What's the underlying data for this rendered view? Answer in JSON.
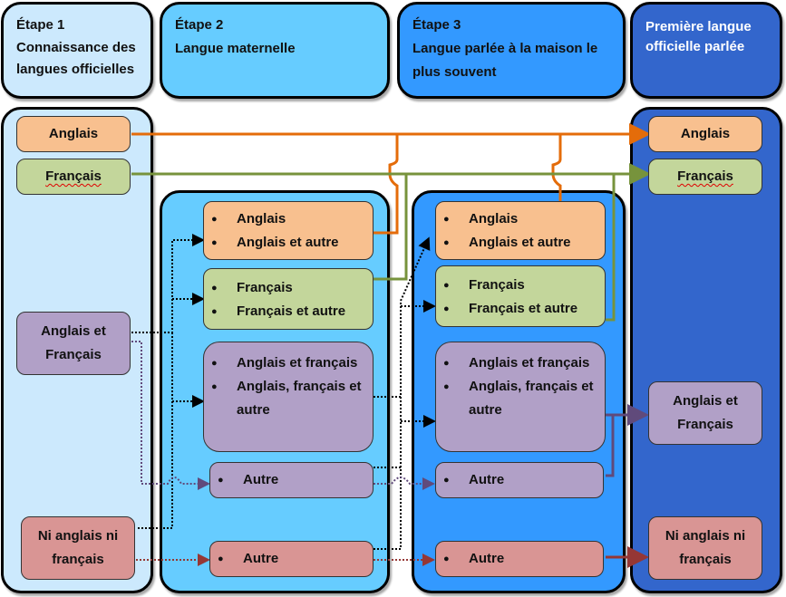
{
  "headers": [
    {
      "step": "Étape 1",
      "title": "Connaissance des langues officielles",
      "bg": "#cce9fd"
    },
    {
      "step": "Étape 2",
      "title": "Langue maternelle",
      "bg": "#66ccff"
    },
    {
      "step": "Étape 3",
      "title": "Langue parlée à la maison le plus souvent",
      "bg": "#3399ff"
    },
    {
      "step": "",
      "title": "Première langue officielle parlée",
      "bg": "#3366cc"
    }
  ],
  "col1": {
    "anglais": "Anglais",
    "francais": "Français",
    "anglais_francais": "Anglais et Français",
    "ni": "Ni anglais ni français"
  },
  "col2": {
    "anglais": [
      "Anglais",
      "Anglais et autre"
    ],
    "francais": [
      "Français",
      "Français et autre"
    ],
    "af": [
      "Anglais et français",
      "Anglais, français et autre"
    ],
    "autre1": "Autre",
    "autre2": "Autre"
  },
  "col3": {
    "anglais": [
      "Anglais",
      "Anglais et autre"
    ],
    "francais": [
      "Français",
      "Français et autre"
    ],
    "af": [
      "Anglais et français",
      "Anglais, français et autre"
    ],
    "autre1": "Autre",
    "autre2": "Autre"
  },
  "col4": {
    "anglais": "Anglais",
    "francais": "Français",
    "anglais_francais": "Anglais et Français",
    "ni": "Ni anglais ni français"
  },
  "colors": {
    "orange_line": "#e46c0a",
    "green_line": "#77933c",
    "purple_line": "#604a7b",
    "red_line": "#953735"
  }
}
